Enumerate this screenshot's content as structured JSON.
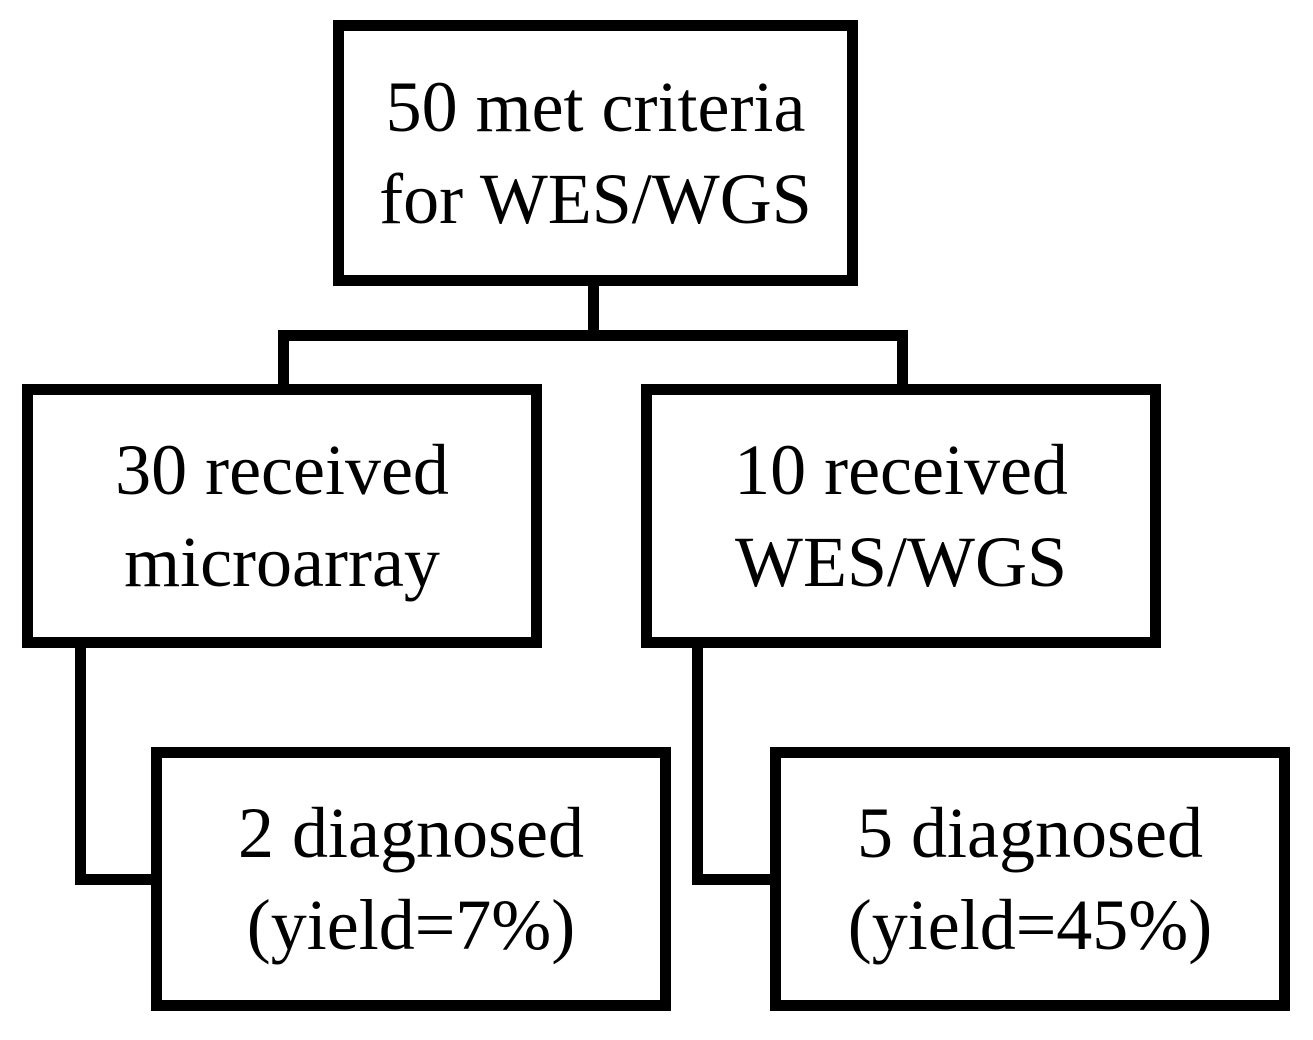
{
  "figure": {
    "type": "flowchart",
    "description": "Patient flow from meeting WES/WGS criteria to diagnostic outcomes"
  },
  "colors": {
    "line": "#000000",
    "background": "#ffffff"
  },
  "flowchart": {
    "root": {
      "line1": "50 met criteria",
      "line2": "for WES/WGS"
    },
    "microarray": {
      "line1": "30 received",
      "line2": "microarray"
    },
    "wes": {
      "line1": "10 received",
      "line2": "WES/WGS"
    },
    "microarray_outcome": {
      "line1": "2 diagnosed",
      "line2": "(yield=7%)"
    },
    "wes_outcome": {
      "line1": "5 diagnosed",
      "line2": "(yield=45%)"
    }
  }
}
